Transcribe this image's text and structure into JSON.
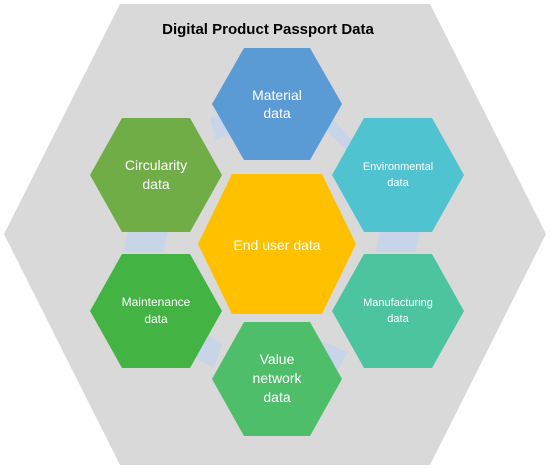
{
  "diagram": {
    "title": "Digital Product Passport Data",
    "center": {
      "label": "End user data",
      "color": "#FFC000"
    },
    "segments": [
      {
        "key": "material",
        "lines": [
          "Material",
          "data"
        ],
        "color": "#5B9BD5"
      },
      {
        "key": "environmental",
        "lines": [
          "Environmental",
          "data"
        ],
        "color": "#4FC3CF"
      },
      {
        "key": "manufacturing",
        "lines": [
          "Manufacturing",
          "data"
        ],
        "color": "#4CC4A0"
      },
      {
        "key": "value-network",
        "lines": [
          "Value",
          "network",
          "data"
        ],
        "color": "#4FBE6B"
      },
      {
        "key": "maintenance",
        "lines": [
          "Maintenance",
          "data"
        ],
        "color": "#43B343"
      },
      {
        "key": "circularity",
        "lines": [
          "Circularity",
          "data"
        ],
        "color": "#70AD47"
      }
    ],
    "background_color": "#D9D9D9",
    "connector_color": "#C8D4E8"
  }
}
